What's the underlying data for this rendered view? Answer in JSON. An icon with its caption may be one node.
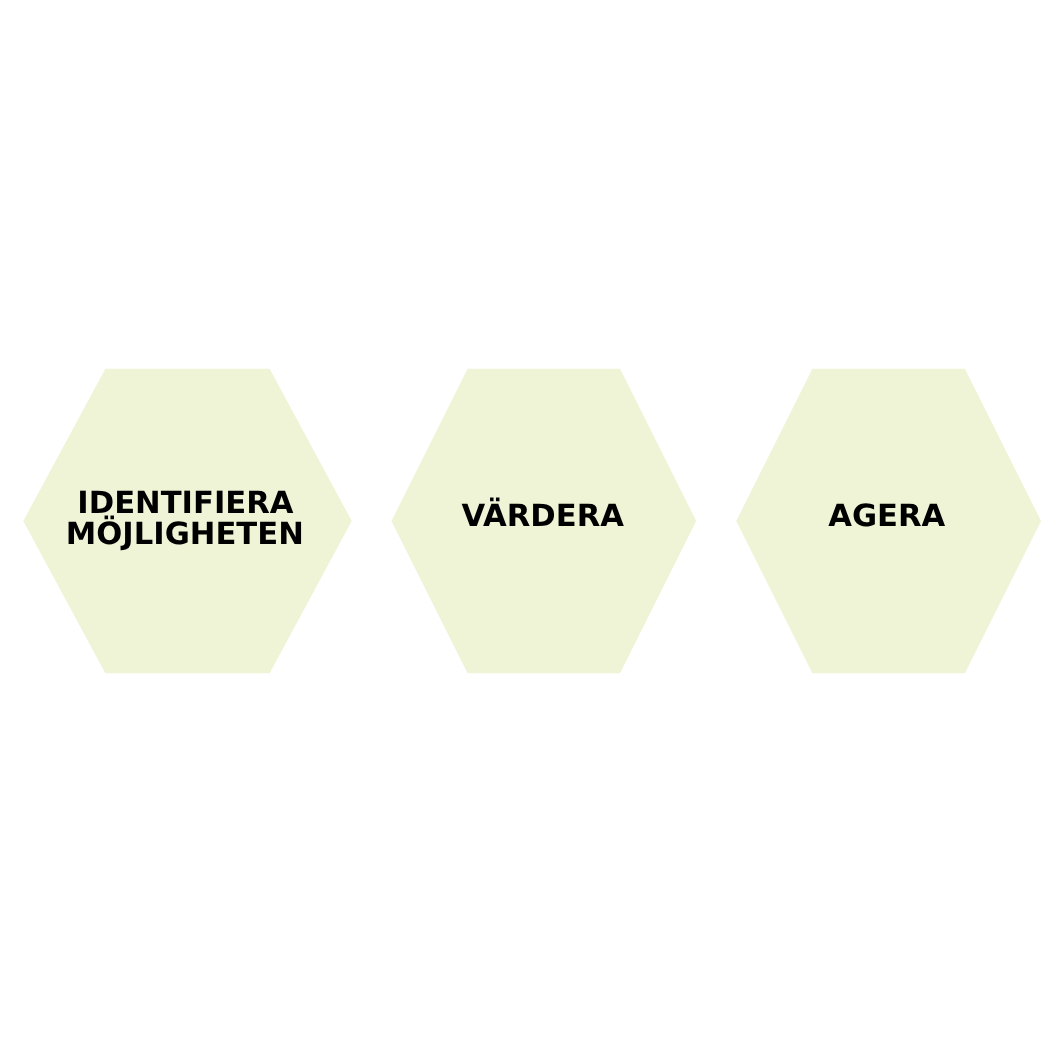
{
  "diagram": {
    "nodes": [
      {
        "text": [
          "IDENTIFIERA MÖJLIGHETEN"
        ]
      },
      {
        "text": [
          "VÄRDERA"
        ]
      },
      {
        "text": [
          "AGERA"
        ]
      }
    ]
  }
}
